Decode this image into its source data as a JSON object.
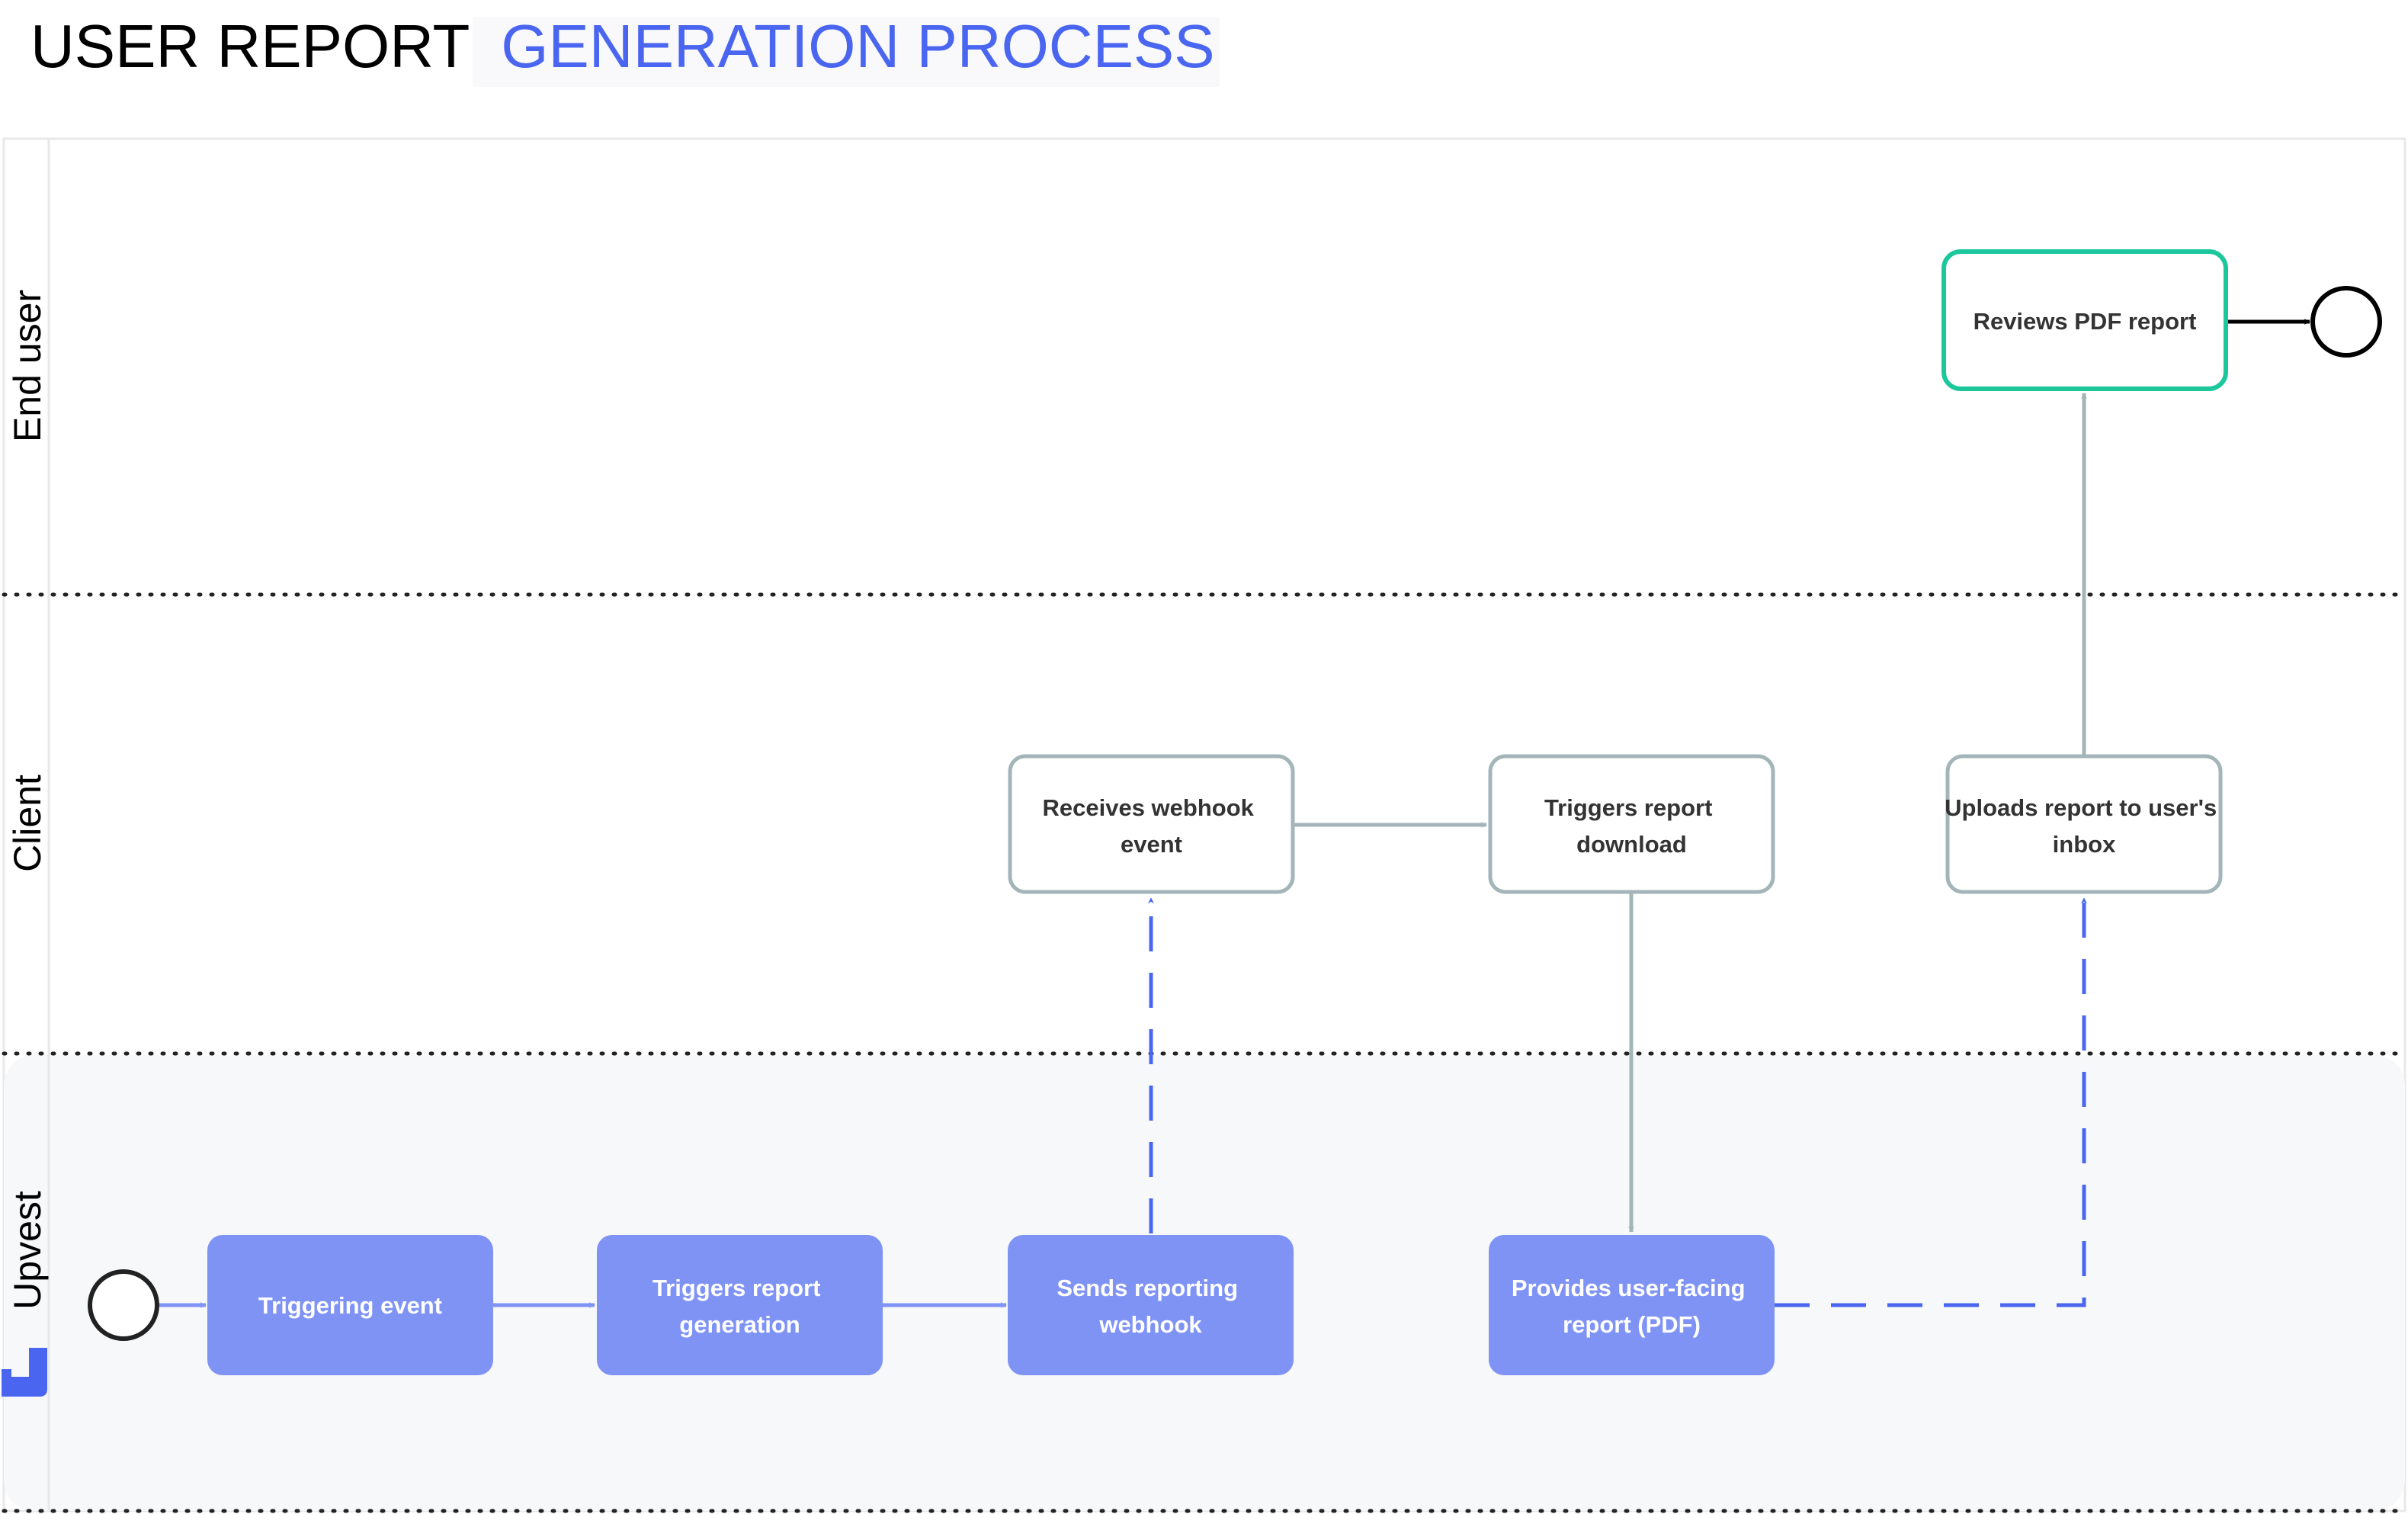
{
  "title": {
    "part1": "USER REPORT",
    "part2": "GENERATION PROCESS",
    "colors": {
      "part1": "#000000",
      "part2": "#4a66f0"
    }
  },
  "lanes": [
    {
      "id": "end_user",
      "label": "End user"
    },
    {
      "id": "client",
      "label": "Client"
    },
    {
      "id": "upvest",
      "label": "Upvest",
      "icon": "upvest-logo-icon"
    }
  ],
  "nodes": {
    "triggering_event": {
      "label": [
        "Triggering event"
      ]
    },
    "triggers_generation": {
      "label": [
        "Triggers report",
        "generation"
      ]
    },
    "sends_webhook": {
      "label": [
        "Sends reporting",
        "webhook"
      ]
    },
    "provides_report": {
      "label": [
        "Provides user-facing",
        "report (PDF)"
      ]
    },
    "receives_webhook": {
      "label": [
        "Receives webhook",
        "event"
      ]
    },
    "triggers_download": {
      "label": [
        "Triggers report",
        "download"
      ]
    },
    "uploads_report": {
      "label": [
        "Uploads report to user's",
        "inbox"
      ]
    },
    "reviews_report": {
      "label": [
        "Reviews PDF report"
      ]
    }
  },
  "colors": {
    "upvest_task_fill": "#7f93f5",
    "client_task_stroke": "#a3b5b9",
    "end_user_task_stroke": "#1bc79b",
    "upvest_flow": "#7f93f5",
    "message_flow": "#4a66f0",
    "client_flow": "#a3b5b9",
    "lane_divider": "#222222",
    "upvest_lane_bg": "#f7f8fa"
  }
}
